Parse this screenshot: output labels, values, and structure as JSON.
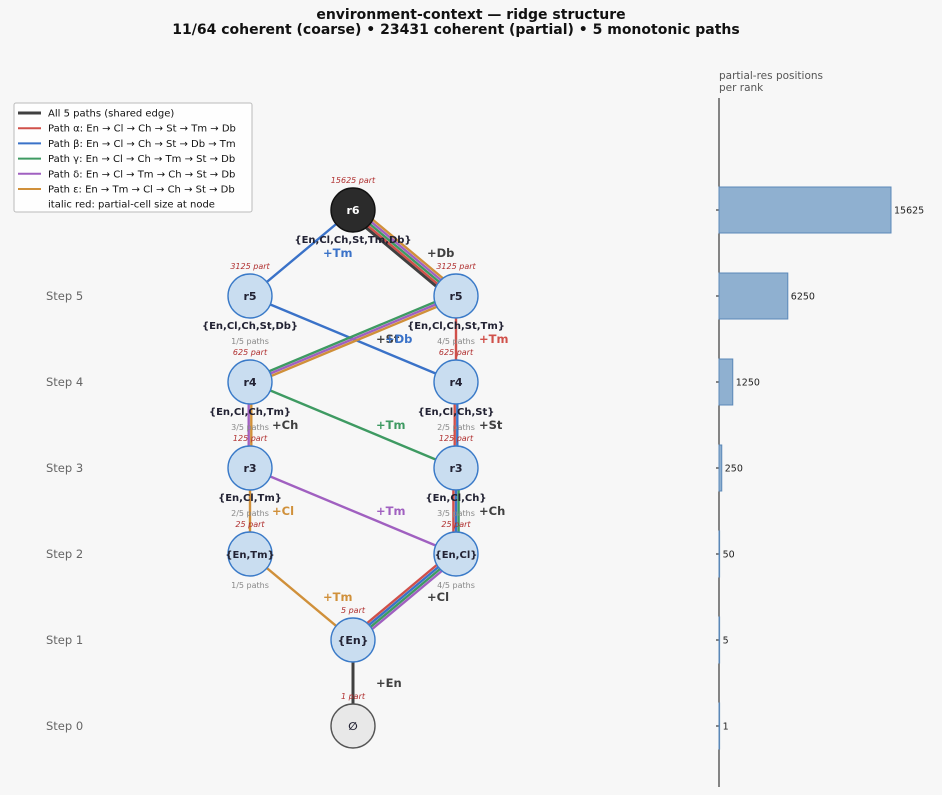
{
  "title_line1": "environment-context — ridge structure",
  "title_line2": "11/64 coherent (coarse)  •  23431 coherent (partial)  •  5 monotonic paths",
  "colors": {
    "shared": "#404040",
    "alpha": "#d0504a",
    "beta": "#3a72c8",
    "gamma": "#3e9a62",
    "delta": "#a060c0",
    "epsilon": "#d0903a",
    "node_fill": "#c9ddf0",
    "node_stroke": "#3a7ac8",
    "top_fill": "#2b2b2b",
    "empty_fill": "#e8e8e8",
    "bar_fill": "#8fb0d0",
    "bar_stroke": "#5b88b8"
  },
  "steps": [
    "Step 0",
    "Step 1",
    "Step 2",
    "Step 3",
    "Step 4",
    "Step 5"
  ],
  "legend": [
    {
      "key": "shared",
      "label": "All 5 paths (shared edge)"
    },
    {
      "key": "alpha",
      "label": "Path α: En → Cl → Ch → St → Tm → Db"
    },
    {
      "key": "beta",
      "label": "Path β: En → Cl → Ch → St → Db → Tm"
    },
    {
      "key": "gamma",
      "label": "Path γ: En → Cl → Ch → Tm → St → Db"
    },
    {
      "key": "delta",
      "label": "Path δ: En → Cl → Tm → Ch → St → Db"
    },
    {
      "key": "epsilon",
      "label": "Path ε: En → Tm → Cl → Ch → St → Db"
    },
    {
      "key": "",
      "label": "italic red: partial-cell size at node"
    }
  ],
  "nodes": [
    {
      "id": "empty",
      "label": "∅",
      "part": "1 part",
      "set": "",
      "paths": ""
    },
    {
      "id": "en",
      "label": "{En}",
      "part": "5 part",
      "set": "",
      "paths": ""
    },
    {
      "id": "entm",
      "label": "{En,Tm}",
      "part": "25 part",
      "set": "",
      "paths": "1/5 paths"
    },
    {
      "id": "encl",
      "label": "{En,Cl}",
      "part": "25 part",
      "set": "",
      "paths": "4/5 paths"
    },
    {
      "id": "r3a",
      "label": "r3",
      "part": "125 part",
      "set": "{En,Cl,Tm}",
      "paths": "2/5 paths"
    },
    {
      "id": "r3b",
      "label": "r3",
      "part": "125 part",
      "set": "{En,Cl,Ch}",
      "paths": "3/5 paths"
    },
    {
      "id": "r4a",
      "label": "r4",
      "part": "625 part",
      "set": "{En,Cl,Ch,Tm}",
      "paths": "3/5 paths"
    },
    {
      "id": "r4b",
      "label": "r4",
      "part": "625 part",
      "set": "{En,Cl,Ch,St}",
      "paths": "2/5 paths"
    },
    {
      "id": "r5a",
      "label": "r5",
      "part": "3125 part",
      "set": "{En,Cl,Ch,St,Db}",
      "paths": "1/5 paths"
    },
    {
      "id": "r5b",
      "label": "r5",
      "part": "3125 part",
      "set": "{En,Cl,Ch,St,Tm}",
      "paths": "4/5 paths"
    },
    {
      "id": "r6",
      "label": "r6",
      "part": "15625 part",
      "set": "{En,Cl,Ch,St,Tm,Db}",
      "paths": ""
    }
  ],
  "edges": [
    {
      "from": "empty",
      "to": "en",
      "paths": [
        "shared"
      ]
    },
    {
      "from": "en",
      "to": "encl",
      "paths": [
        "alpha",
        "beta",
        "gamma",
        "delta"
      ]
    },
    {
      "from": "en",
      "to": "entm",
      "paths": [
        "epsilon"
      ]
    },
    {
      "from": "encl",
      "to": "r3b",
      "paths": [
        "alpha",
        "beta",
        "gamma"
      ]
    },
    {
      "from": "encl",
      "to": "r3a",
      "paths": [
        "delta"
      ]
    },
    {
      "from": "entm",
      "to": "r3a",
      "paths": [
        "epsilon"
      ]
    },
    {
      "from": "r3b",
      "to": "r4b",
      "paths": [
        "alpha",
        "beta"
      ]
    },
    {
      "from": "r3b",
      "to": "r4a",
      "paths": [
        "gamma"
      ]
    },
    {
      "from": "r3a",
      "to": "r4a",
      "paths": [
        "delta",
        "epsilon"
      ]
    },
    {
      "from": "r4b",
      "to": "r5b",
      "paths": [
        "alpha"
      ]
    },
    {
      "from": "r4b",
      "to": "r5a",
      "paths": [
        "beta"
      ]
    },
    {
      "from": "r4a",
      "to": "r5b",
      "paths": [
        "gamma",
        "delta",
        "epsilon"
      ]
    },
    {
      "from": "r5b",
      "to": "r6",
      "paths": [
        "shared",
        "alpha",
        "gamma",
        "delta",
        "epsilon"
      ]
    },
    {
      "from": "r5a",
      "to": "r6",
      "paths": [
        "beta"
      ]
    }
  ],
  "edge_labels": [
    {
      "text": "+En",
      "color": "shared"
    },
    {
      "text": "+Tm",
      "color": "epsilon"
    },
    {
      "text": "+Cl",
      "color": "shared"
    },
    {
      "text": "+Cl",
      "color": "epsilon"
    },
    {
      "text": "+Tm",
      "color": "delta"
    },
    {
      "text": "+Ch",
      "color": "shared"
    },
    {
      "text": "+Ch",
      "color": "shared"
    },
    {
      "text": "+Tm",
      "color": "gamma"
    },
    {
      "text": "+St",
      "color": "shared"
    },
    {
      "text": "+St",
      "color": "shared"
    },
    {
      "text": "+Db",
      "color": "beta"
    },
    {
      "text": "+Tm",
      "color": "alpha"
    },
    {
      "text": "+Tm",
      "color": "beta"
    },
    {
      "text": "+Db",
      "color": "shared"
    }
  ],
  "chart_data": {
    "type": "bar",
    "title": "partial-res positions\nper rank",
    "orientation": "horizontal",
    "categories": [
      "Step 0",
      "Step 1",
      "Step 2",
      "Step 3",
      "Step 4",
      "Step 5",
      "r6"
    ],
    "values": [
      1,
      5,
      50,
      250,
      1250,
      6250,
      15625
    ],
    "value_labels": [
      "1",
      "5",
      "50",
      "250",
      "1250",
      "6250",
      "15625"
    ],
    "xlim": [
      0,
      15625
    ]
  }
}
